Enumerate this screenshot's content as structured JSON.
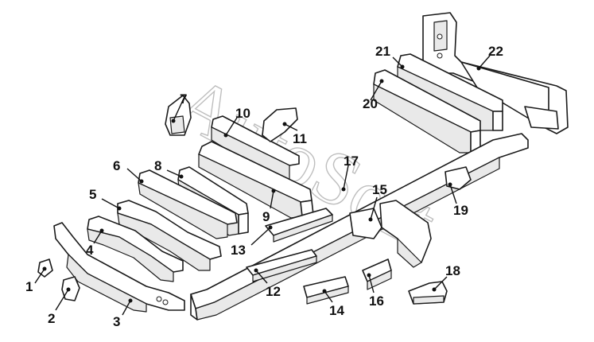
{
  "diagram": {
    "callouts": [
      "1",
      "2",
      "3",
      "4",
      "5",
      "6",
      "7",
      "8",
      "9",
      "10",
      "11",
      "12",
      "13",
      "14",
      "15",
      "16",
      "17",
      "18",
      "19",
      "20",
      "21",
      "22"
    ],
    "watermark": "AutoSoft"
  }
}
